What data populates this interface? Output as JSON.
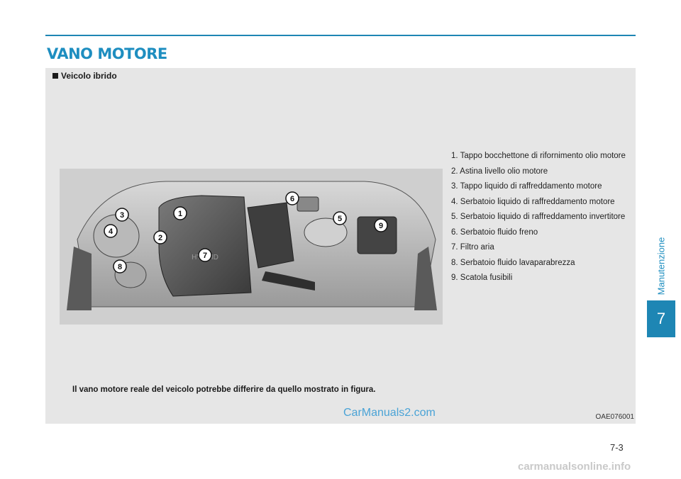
{
  "header": {
    "title": "VANO MOTORE"
  },
  "panel": {
    "heading": "Veicolo ibrido",
    "legend": [
      "1. Tappo bocchettone di rifornimento olio motore",
      "2. Astina livello olio motore",
      "3. Tappo liquido di raffreddamento motore",
      "4. Serbatoio liquido di raffreddamento motore",
      "5. Serbatoio liquido di raffreddamento invertitore",
      "6. Serbatoio fluido freno",
      "7. Filtro aria",
      "8. Serbatoio fluido lavaparabrezza",
      "9. Scatola fusibili"
    ],
    "callouts": [
      "1",
      "2",
      "3",
      "4",
      "5",
      "6",
      "7",
      "8",
      "9"
    ],
    "engine_badge": "HYBRID",
    "note": "Il vano motore reale del veicolo potrebbe differire da quello mostrato in figura.",
    "figure_code": "OAE076001",
    "watermark": "CarManuals2.com"
  },
  "sidebar": {
    "section_label": "Manutenzione",
    "chapter": "7"
  },
  "footer": {
    "page_number": "7-3",
    "site_mark": "carmanualsonline.info"
  }
}
